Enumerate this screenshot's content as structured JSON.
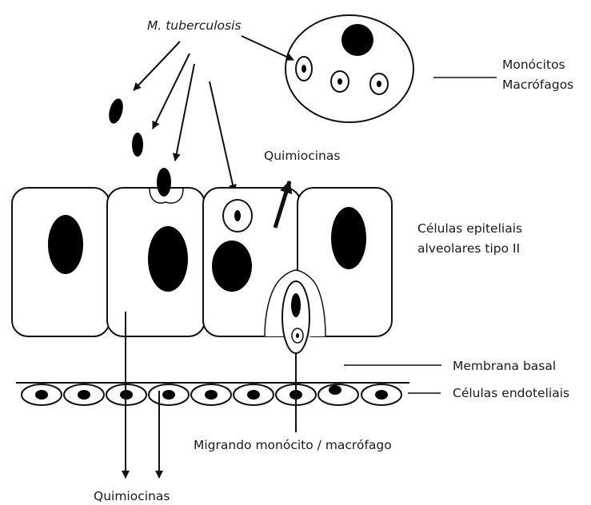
{
  "labels": {
    "bacteria": "M. tuberculosis",
    "monocytes_line1": "Monócitos",
    "monocytes_line2": "Macrófagos",
    "chemokines_top": "Quimiocinas",
    "epithelial_line1": "Células epiteliais",
    "epithelial_line2": "alveolares tipo II",
    "basement_membrane": "Membrana basal",
    "endothelial": "Células endoteliais",
    "migrating": "Migrando monócito / macrófago",
    "chemokines_bottom": "Quimiocinas"
  },
  "colors": {
    "stroke": "#111111",
    "fill": "#ffffff",
    "nucleus": "#000000"
  }
}
